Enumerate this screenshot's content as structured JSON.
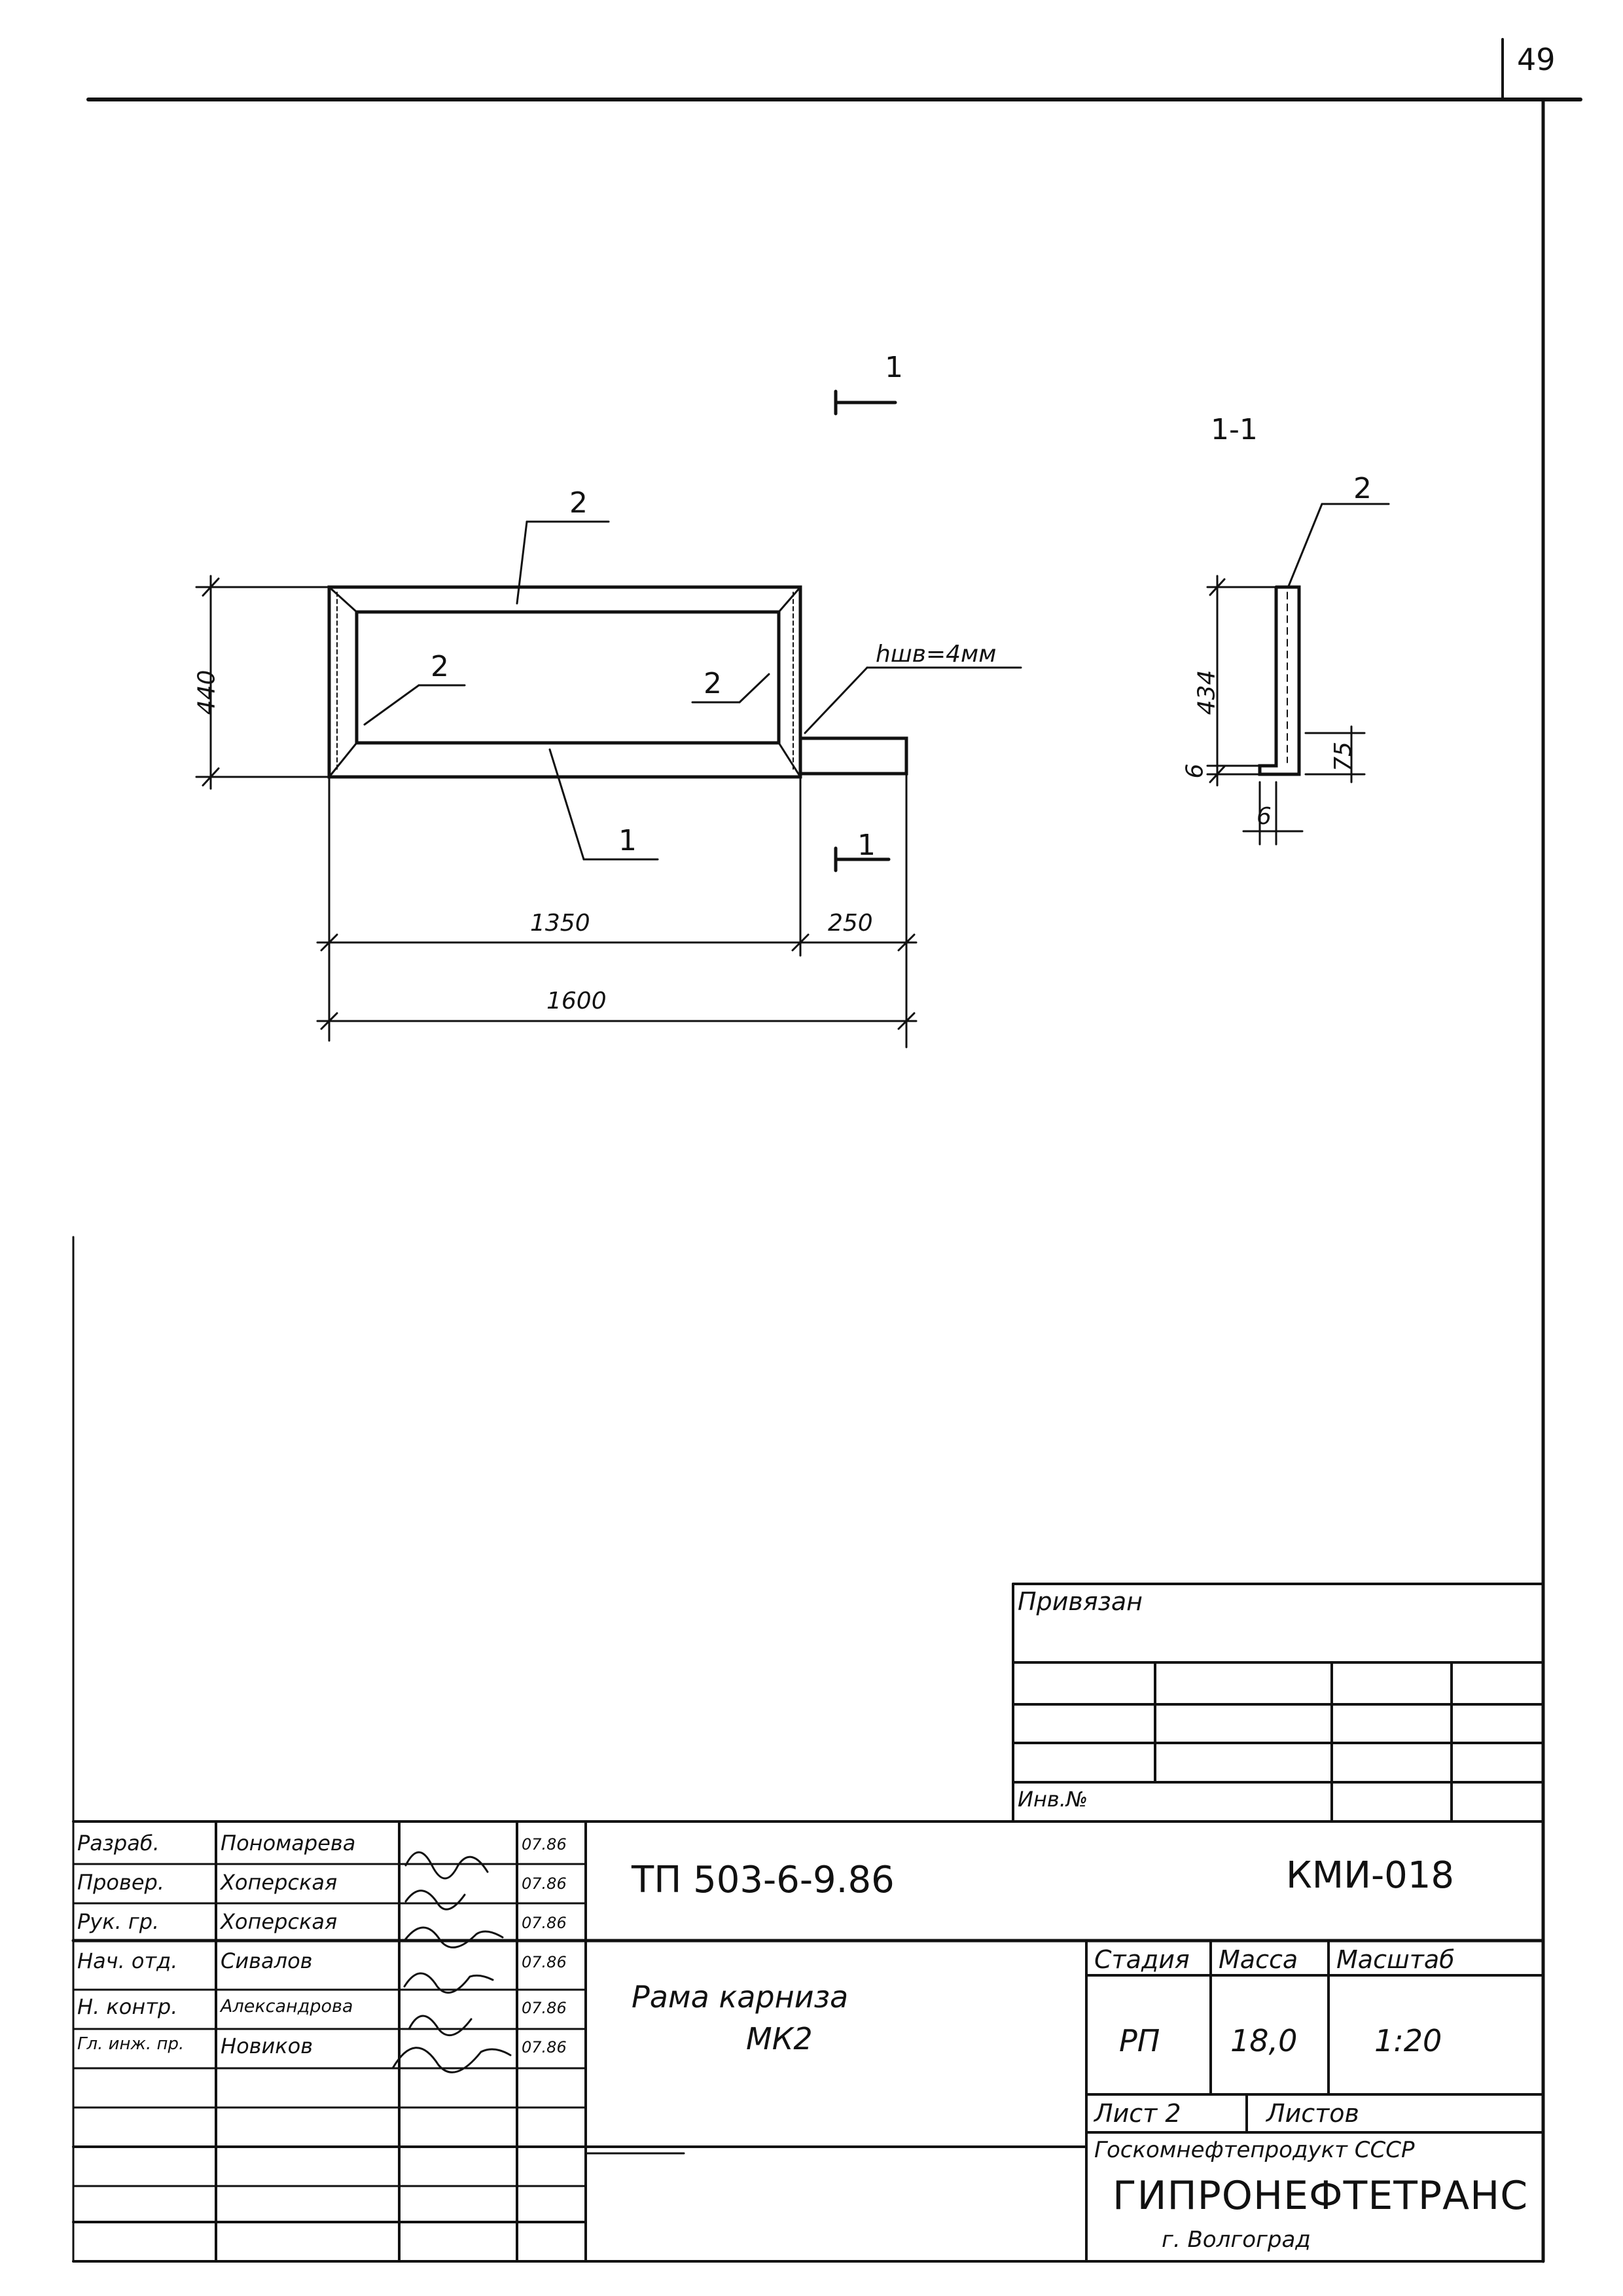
{
  "sheet_number": "49",
  "drawing": {
    "section_marker": "1",
    "section_title": "1-1",
    "callouts": {
      "top": "2",
      "left_inner": "2",
      "right_inner": "2",
      "bottom": "1",
      "section_part": "2"
    },
    "weld_note": "hшв=4мм",
    "dimensions": {
      "height": "440",
      "width_main": "1350",
      "width_ext": "250",
      "width_total": "1600",
      "sec_height": "434",
      "sec_flange": "75",
      "sec_thickness_left": "6",
      "sec_thickness_bottom": "6"
    }
  },
  "title_block": {
    "bound_label": "Привязан",
    "inv_label": "Инв.№",
    "roles": [
      "Разраб.",
      "Провер.",
      "Рук. гр.",
      "Нач. отд.",
      "Н. контр.",
      "Гл. инж. пр."
    ],
    "names": [
      "Пономарева",
      "Хоперская",
      "Хоперская",
      "Сивалов",
      "Александрова",
      "Новиков"
    ],
    "dates": [
      "07.86",
      "07.86",
      "07.86",
      "07.86",
      "07.86",
      "07.86"
    ],
    "project_code": "ТП 503-6-9.86",
    "drawing_code": "КМИ-018",
    "title_line1": "Рама карниза",
    "title_line2": "МК2",
    "stage_label": "Стадия",
    "mass_label": "Масса",
    "scale_label": "Масштаб",
    "stage_value": "РП",
    "mass_value": "18,0",
    "scale_value": "1:20",
    "sheet_label": "Лист 2",
    "sheets_label": "Листов",
    "org_line1": "Госкомнефтепродукт СССР",
    "org_line2": "ГИПРОНЕФТЕТРАНС",
    "org_line3": "г. Волгоград"
  }
}
